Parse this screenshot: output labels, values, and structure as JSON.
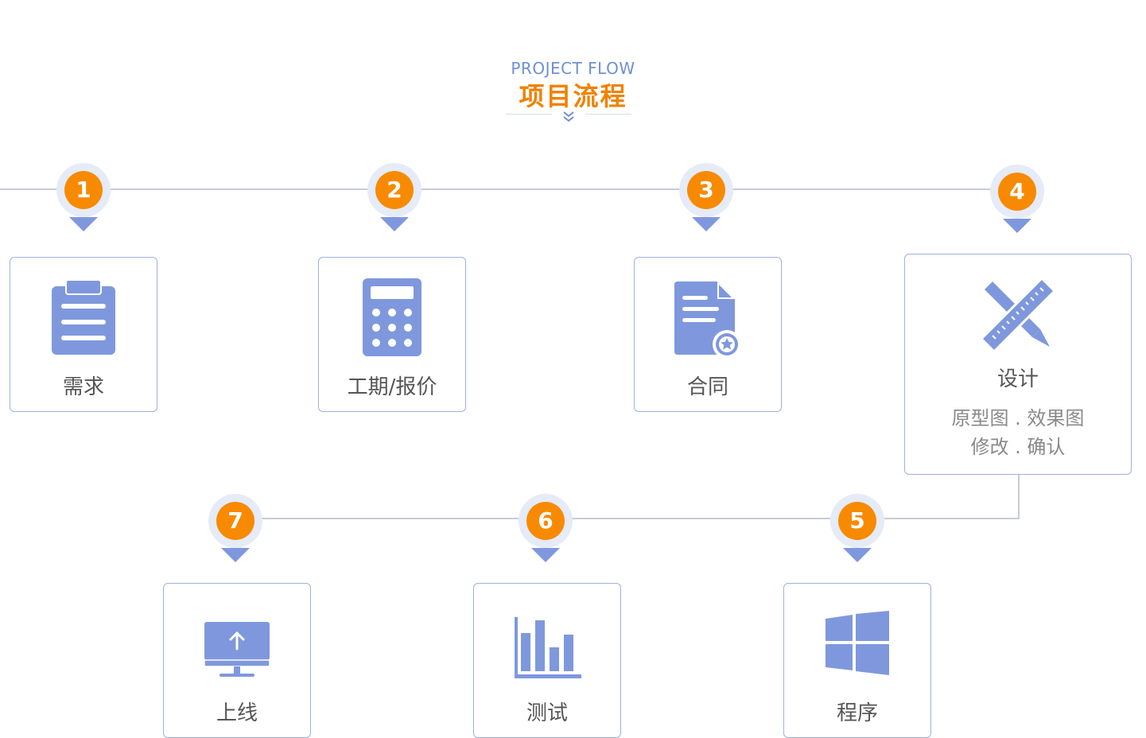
{
  "header": {
    "subtitle": "PROJECT FLOW",
    "title": "项目流程"
  },
  "colors": {
    "accent_orange": "#f78a00",
    "icon_blue": "#7f98dd",
    "title_orange": "#f08200",
    "subtitle_blue": "#6f8fd6"
  },
  "steps": [
    {
      "number": "1",
      "label": "需求",
      "icon": "clipboard-icon"
    },
    {
      "number": "2",
      "label": "工期/报价",
      "icon": "calculator-icon"
    },
    {
      "number": "3",
      "label": "合同",
      "icon": "contract-document-icon"
    },
    {
      "number": "4",
      "label": "设计",
      "icon": "ruler-pencil-icon",
      "desc_line1": "原型图 . 效果图",
      "desc_line2": "修改 . 确认"
    },
    {
      "number": "5",
      "label": "程序",
      "icon": "windows-logo-icon"
    },
    {
      "number": "6",
      "label": "测试",
      "icon": "bar-chart-icon"
    },
    {
      "number": "7",
      "label": "上线",
      "icon": "monitor-upload-icon"
    }
  ]
}
